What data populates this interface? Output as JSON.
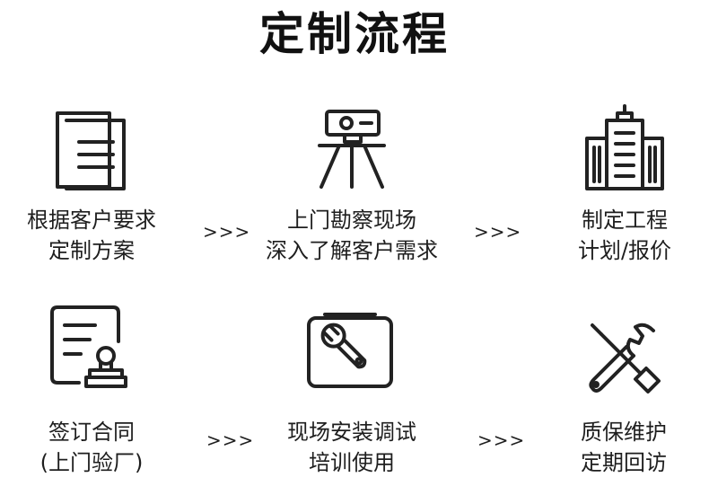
{
  "title": "定制流程",
  "arrow_text": ">>>",
  "steps": [
    {
      "icon": "document-stack-icon",
      "line1": "根据客户要求",
      "line2": "定制方案"
    },
    {
      "icon": "survey-instrument-icon",
      "line1": "上门勘察现场",
      "line2": "深入了解客户需求"
    },
    {
      "icon": "buildings-icon",
      "line1": "制定工程",
      "line2": "计划/报价"
    },
    {
      "icon": "contract-stamp-icon",
      "line1": "签订合同",
      "line2": "(上门验厂)"
    },
    {
      "icon": "toolbox-wrench-icon",
      "line1": "现场安装调试",
      "line2": "培训使用"
    },
    {
      "icon": "screwdriver-wrench-icon",
      "line1": "质保维护",
      "line2": "定期回访"
    }
  ]
}
